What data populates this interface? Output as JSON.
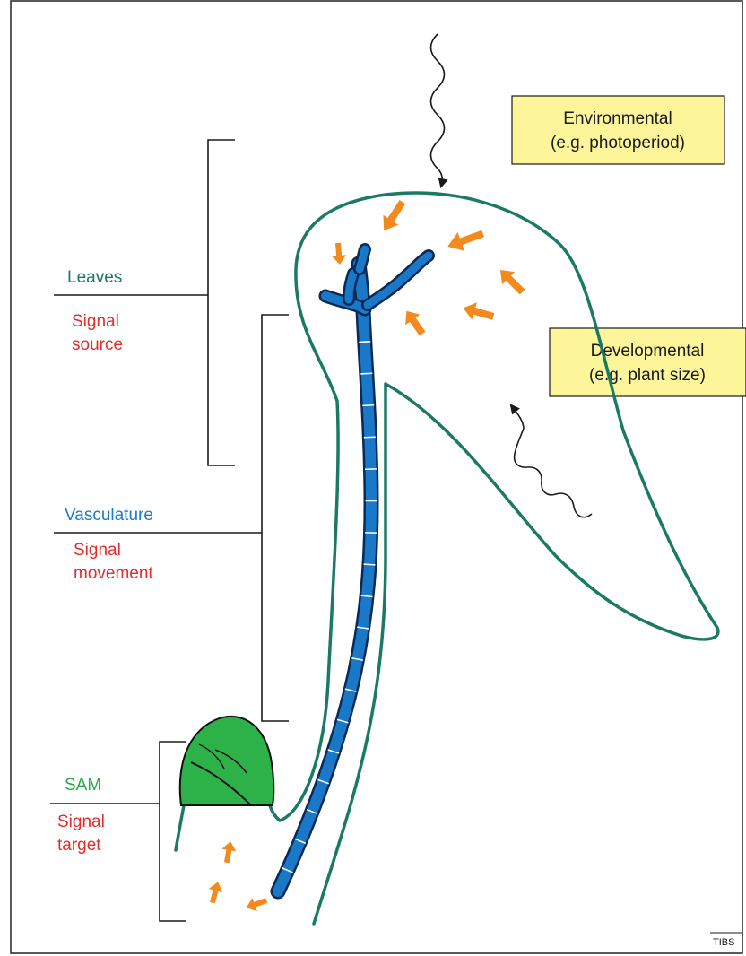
{
  "labels": {
    "leaves": "Leaves",
    "leaves_role_1": "Signal",
    "leaves_role_2": "source",
    "vasculature": "Vasculature",
    "vasculature_role_1": "Signal",
    "vasculature_role_2": "movement",
    "sam": "SAM",
    "sam_role_1": "Signal",
    "sam_role_2": "target",
    "environmental_1": "Environmental",
    "environmental_2": "(e.g. photoperiod)",
    "developmental_1": "Developmental",
    "developmental_2": "(e.g. plant size)",
    "corner_tag": "TIBS"
  },
  "colors": {
    "leaf_outline": "#1a7a64",
    "vascular": "#1a78c8",
    "vascular_edge": "#0a2a55",
    "sam_fill": "#2db24a",
    "signal_arrow": "#f28a1e",
    "callout_fill": "#fdf59a",
    "label_leaves": "#1a7a64",
    "label_vasculature": "#1e7bc6",
    "label_sam": "#2aa74a",
    "label_role": "#e52b2b"
  }
}
